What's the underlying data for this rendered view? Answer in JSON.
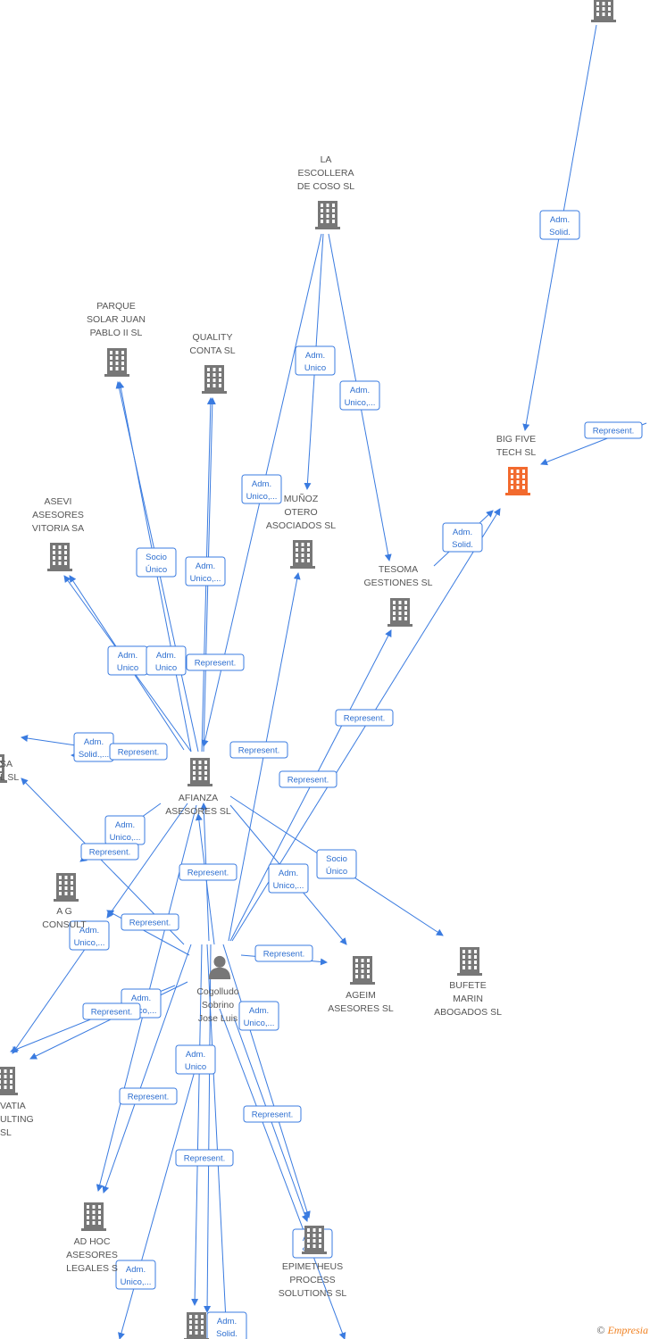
{
  "colors": {
    "edge": "#3a7be0",
    "edge_text": "#2e6fd0",
    "company": "#777777",
    "highlight_company": "#f26a2e",
    "person": "#777777",
    "label": "#555555"
  },
  "nodes": [
    {
      "id": "top_company",
      "type": "company",
      "label": []
    },
    {
      "id": "la_escollera",
      "type": "company",
      "label": [
        "LA",
        "ESCOLLERA",
        "DE COSO  SL"
      ]
    },
    {
      "id": "parque_solar",
      "type": "company",
      "label": [
        "PARQUE",
        "SOLAR JUAN",
        "PABLO II  SL"
      ]
    },
    {
      "id": "quality_conta",
      "type": "company",
      "label": [
        "QUALITY",
        "CONTA SL"
      ]
    },
    {
      "id": "big_five",
      "type": "company",
      "highlight": true,
      "label": [
        "BIG FIVE",
        "TECH  SL"
      ]
    },
    {
      "id": "asevi",
      "type": "company",
      "label": [
        "ASEVI",
        "ASESORES",
        "VITORIA SA"
      ]
    },
    {
      "id": "munoz_otero",
      "type": "company",
      "label": [
        "MUÑOZ",
        "OTERO",
        "ASOCIADOS  SL"
      ]
    },
    {
      "id": "tesoma",
      "type": "company",
      "label": [
        "TESOMA",
        "GESTIONES SL"
      ]
    },
    {
      "id": "afianza",
      "type": "company",
      "label": [
        "AFIANZA",
        "ASESORES SL"
      ]
    },
    {
      "id": "left_sa",
      "type": "company",
      "label": [
        "SA",
        "L  SL"
      ]
    },
    {
      "id": "ag_consult",
      "type": "company",
      "label": [
        "A G",
        "CONSULT"
      ]
    },
    {
      "id": "ageim",
      "type": "company",
      "label": [
        "AGEIM",
        "ASESORES  SL"
      ]
    },
    {
      "id": "bufete_marin",
      "type": "company",
      "label": [
        "BUFETE",
        "MARIN",
        "ABOGADOS  SL"
      ]
    },
    {
      "id": "cogolludo",
      "type": "person",
      "label": [
        "Cogolludo",
        "Sobrino",
        "Jose Luis"
      ]
    },
    {
      "id": "vatia",
      "type": "company",
      "label": [
        "VATIA",
        "ULTING",
        "SL"
      ]
    },
    {
      "id": "adhoc",
      "type": "company",
      "label": [
        "AD HOC",
        "ASESORES",
        "LEGALES S"
      ]
    },
    {
      "id": "epimetheus",
      "type": "company",
      "label": [
        "EPIMETHEUS",
        "PROCESS",
        "SOLUTIONS  SL"
      ]
    },
    {
      "id": "bottom_company",
      "type": "company",
      "label": []
    }
  ],
  "edge_labels": [
    {
      "id": "e1",
      "lines": [
        "Adm.",
        "Solid."
      ]
    },
    {
      "id": "e2",
      "lines": [
        "Represent."
      ]
    },
    {
      "id": "e3",
      "lines": [
        "Adm.",
        "Unico"
      ]
    },
    {
      "id": "e4",
      "lines": [
        "Adm.",
        "Unico,..."
      ]
    },
    {
      "id": "e5",
      "lines": [
        "Adm.",
        "Unico,..."
      ]
    },
    {
      "id": "e6",
      "lines": [
        "Adm.",
        "Solid."
      ]
    },
    {
      "id": "e7",
      "lines": [
        "Socio",
        "Único"
      ]
    },
    {
      "id": "e8",
      "lines": [
        "Adm.",
        "Unico,..."
      ]
    },
    {
      "id": "e9",
      "lines": [
        "Adm.",
        "Unico"
      ]
    },
    {
      "id": "e10",
      "lines": [
        "Adm.",
        "Unico"
      ]
    },
    {
      "id": "e11",
      "lines": [
        "Represent."
      ]
    },
    {
      "id": "e12",
      "lines": [
        "Represent."
      ]
    },
    {
      "id": "e13",
      "lines": [
        "Adm.",
        "Solid.,..."
      ]
    },
    {
      "id": "e14",
      "lines": [
        "Represent."
      ]
    },
    {
      "id": "e15",
      "lines": [
        "Represent."
      ]
    },
    {
      "id": "e16",
      "lines": [
        "Represent."
      ]
    },
    {
      "id": "e17",
      "lines": [
        "Adm.",
        "Unico,..."
      ]
    },
    {
      "id": "e18",
      "lines": [
        "Represent."
      ]
    },
    {
      "id": "e19",
      "lines": [
        "Represent."
      ]
    },
    {
      "id": "e20",
      "lines": [
        "Socio",
        "Único"
      ]
    },
    {
      "id": "e21",
      "lines": [
        "Adm.",
        "Unico,..."
      ]
    },
    {
      "id": "e22",
      "lines": [
        "Represent."
      ]
    },
    {
      "id": "e23",
      "lines": [
        "Adm.",
        "Unico,..."
      ]
    },
    {
      "id": "e24",
      "lines": [
        "Represent."
      ]
    },
    {
      "id": "e25",
      "lines": [
        "Adm.",
        "Unico,..."
      ]
    },
    {
      "id": "e26",
      "lines": [
        "Represent."
      ]
    },
    {
      "id": "e27",
      "lines": [
        "Adm.",
        "Unico,..."
      ]
    },
    {
      "id": "e28",
      "lines": [
        "Adm.",
        "Unico"
      ]
    },
    {
      "id": "e29",
      "lines": [
        "Represent."
      ]
    },
    {
      "id": "e30",
      "lines": [
        "Represent."
      ]
    },
    {
      "id": "e31",
      "lines": [
        "Represent."
      ]
    },
    {
      "id": "e32",
      "lines": [
        "Adm.",
        "Solid."
      ]
    },
    {
      "id": "e33",
      "lines": [
        "Adm.",
        "Unico,..."
      ]
    },
    {
      "id": "e34",
      "lines": [
        "Adm.",
        "Solid."
      ]
    }
  ],
  "credit": {
    "symbol": "©",
    "brand": "Empresia"
  }
}
